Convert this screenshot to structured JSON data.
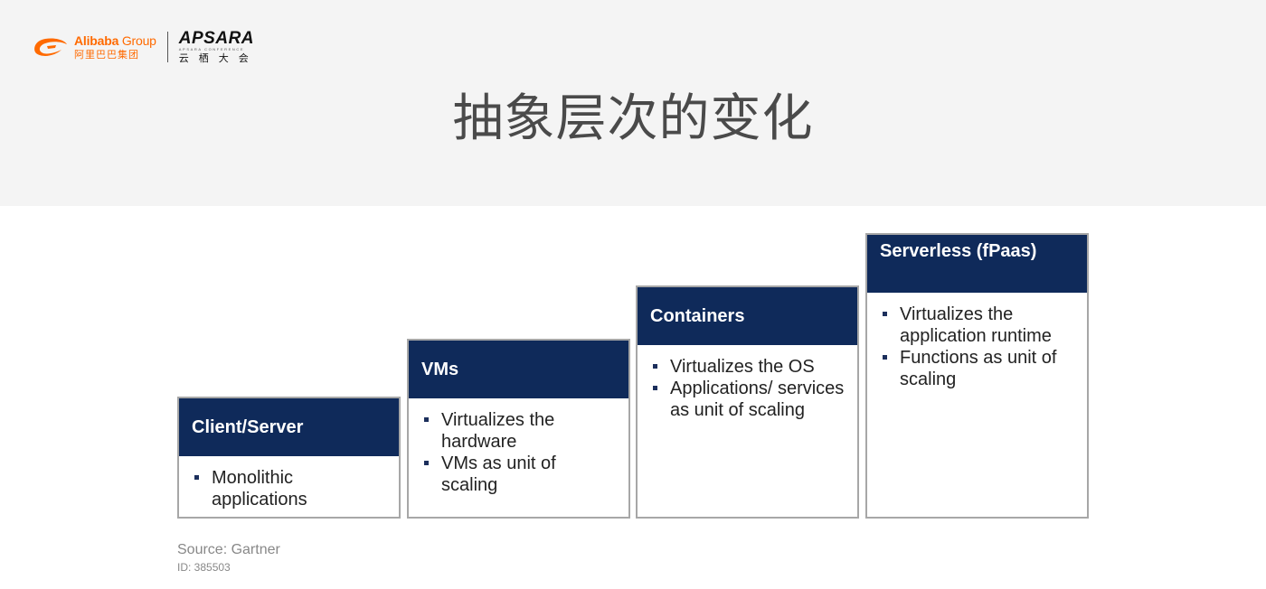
{
  "header": {
    "alibaba_en_main": "Alibaba",
    "alibaba_en_group": " Group",
    "alibaba_cn": "阿里巴巴集团",
    "apsara_en": "APSARA",
    "apsara_sub": "APSARA CONFERENCE",
    "apsara_cn": "云栖大会"
  },
  "title": "抽象层次的变化",
  "steps": [
    {
      "heading": "Client/Server",
      "bullets": [
        "Monolithic applications"
      ]
    },
    {
      "heading": "VMs",
      "bullets": [
        "Virtualizes the hardware",
        "VMs as unit of scaling"
      ]
    },
    {
      "heading": "Containers",
      "bullets": [
        "Virtualizes the OS",
        "Applications/ services as unit of scaling"
      ]
    },
    {
      "heading": "Serverless (fPaas)",
      "bullets": [
        "Virtualizes the application runtime",
        "Functions as unit of scaling"
      ]
    }
  ],
  "source": {
    "label": "Source: Gartner",
    "id": "ID: 385503"
  },
  "colors": {
    "header_band": "#f4f4f4",
    "brand_orange": "#ff6a00",
    "step_header": "#0f2a5a",
    "title": "#4a4a4a"
  }
}
